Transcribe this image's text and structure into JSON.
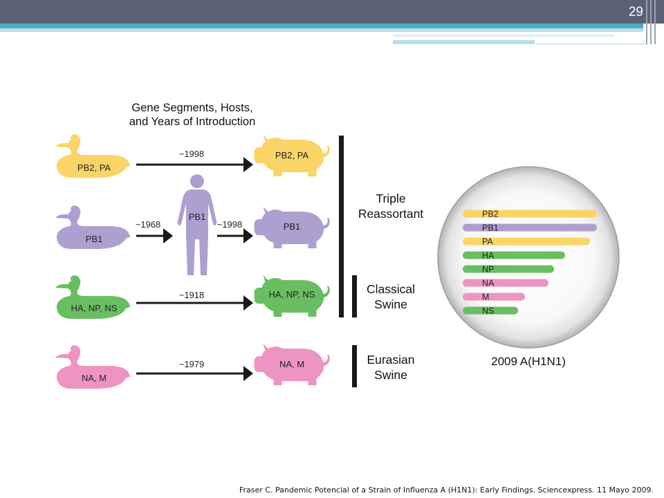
{
  "slide_number": "29",
  "title_line1": "Gene Segments, Hosts,",
  "title_line2": "and Years of Introduction",
  "colors": {
    "yellow": "#fad466",
    "purple": "#ad9fd0",
    "green": "#6abe62",
    "pink": "#ee94c2",
    "arrow": "#1a1a1a"
  },
  "rows": [
    {
      "duck_label": "PB2, PA",
      "pig_label": "PB2, PA",
      "color": "yellow",
      "year": "~1998"
    },
    {
      "duck_label": "PB1",
      "pig_label": "PB1",
      "color": "purple",
      "year_to_human": "~1968",
      "human_label": "PB1",
      "year": "~1998"
    },
    {
      "duck_label": "HA, NP, NS",
      "pig_label": "HA, NP, NS",
      "color": "green",
      "year": "~1918"
    },
    {
      "duck_label": "NA, M",
      "pig_label": "NA, M",
      "color": "pink",
      "year": "~1979"
    }
  ],
  "groups": {
    "triple_line1": "Triple",
    "triple_line2": "Reassortant",
    "classical_line1": "Classical",
    "classical_line2": "Swine",
    "eurasian_line1": "Eurasian",
    "eurasian_line2": "Swine"
  },
  "virus": {
    "label": "2009 A(H1N1)",
    "segments": [
      {
        "name": "PB2",
        "color": "yellow"
      },
      {
        "name": "PB1",
        "color": "purple"
      },
      {
        "name": "PA",
        "color": "yellow"
      },
      {
        "name": "HA",
        "color": "green"
      },
      {
        "name": "NP",
        "color": "green"
      },
      {
        "name": "NA",
        "color": "pink"
      },
      {
        "name": "M",
        "color": "pink"
      },
      {
        "name": "NS",
        "color": "green"
      }
    ]
  },
  "citation": "Fraser C. Pandemic Potencial of a Strain of Influenza A (H1N1): Early Findings. Sciencexpress. 11 Mayo 2009."
}
